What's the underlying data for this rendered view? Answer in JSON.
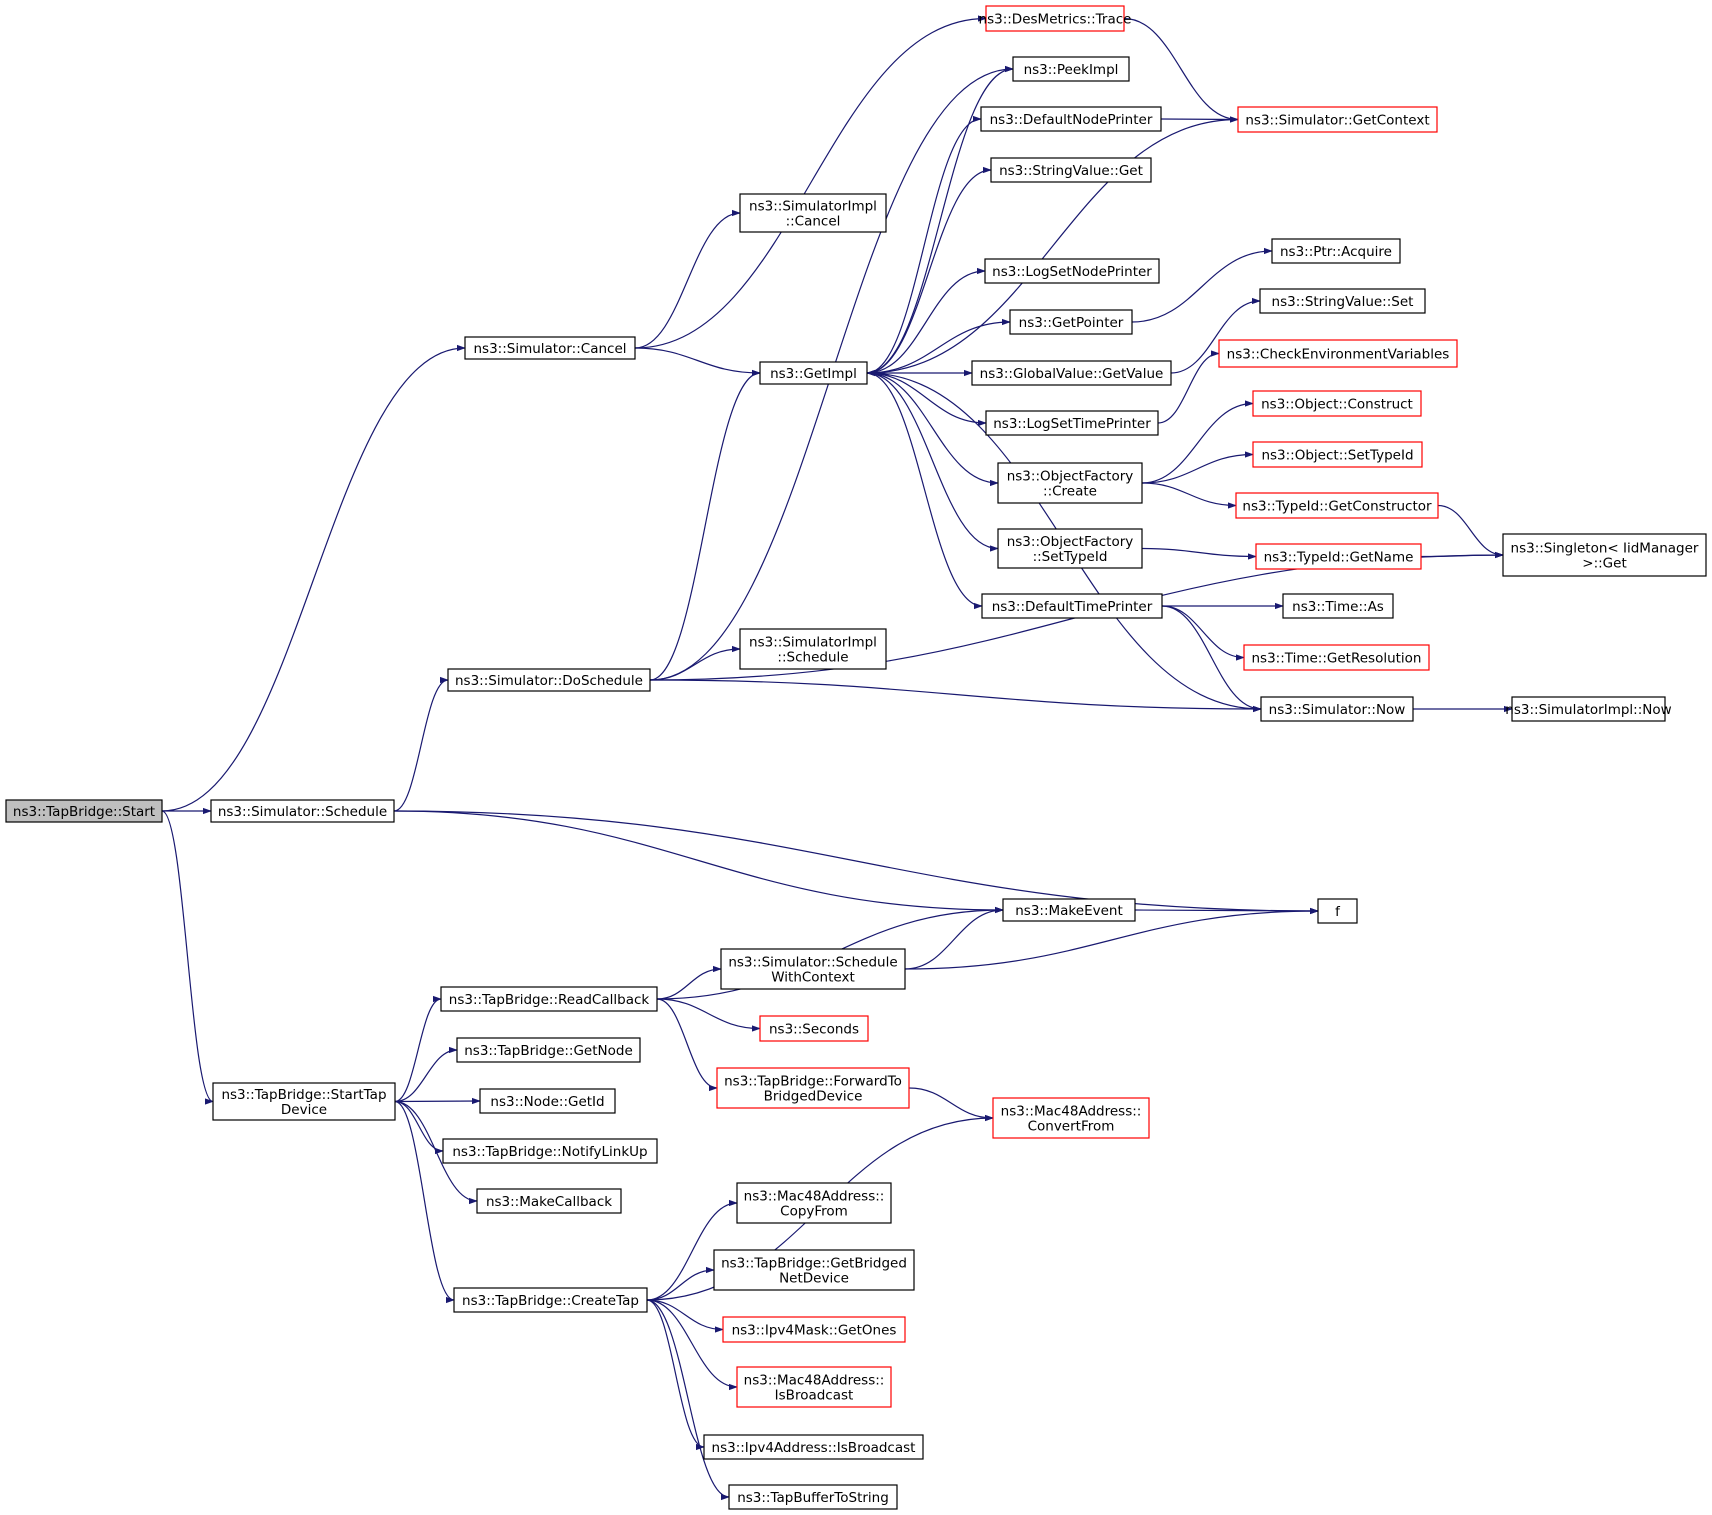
{
  "diagram": {
    "nodes": [
      {
        "id": "start",
        "lines": [
          "ns3::TapBridge::Start"
        ],
        "style": "root"
      },
      {
        "id": "sched",
        "lines": [
          "ns3::Simulator::Schedule"
        ],
        "style": "normal"
      },
      {
        "id": "cancel",
        "lines": [
          "ns3::Simulator::Cancel"
        ],
        "style": "normal"
      },
      {
        "id": "starttap",
        "lines": [
          "ns3::TapBridge::StartTap",
          "Device"
        ],
        "style": "normal"
      },
      {
        "id": "dosched",
        "lines": [
          "ns3::Simulator::DoSchedule"
        ],
        "style": "normal"
      },
      {
        "id": "makeevent",
        "lines": [
          "ns3::MakeEvent"
        ],
        "style": "normal"
      },
      {
        "id": "f",
        "lines": [
          "f"
        ],
        "style": "normal"
      },
      {
        "id": "simimplcancel",
        "lines": [
          "ns3::SimulatorImpl",
          "::Cancel"
        ],
        "style": "normal"
      },
      {
        "id": "getimpl",
        "lines": [
          "ns3::GetImpl"
        ],
        "style": "normal"
      },
      {
        "id": "destrace",
        "lines": [
          "ns3::DesMetrics::Trace"
        ],
        "style": "red"
      },
      {
        "id": "peekimpl",
        "lines": [
          "ns3::PeekImpl"
        ],
        "style": "normal"
      },
      {
        "id": "defnodeprinter",
        "lines": [
          "ns3::DefaultNodePrinter"
        ],
        "style": "normal"
      },
      {
        "id": "getcontext",
        "lines": [
          "ns3::Simulator::GetContext"
        ],
        "style": "red"
      },
      {
        "id": "stringget",
        "lines": [
          "ns3::StringValue::Get"
        ],
        "style": "normal"
      },
      {
        "id": "logsetnode",
        "lines": [
          "ns3::LogSetNodePrinter"
        ],
        "style": "normal"
      },
      {
        "id": "getpointer",
        "lines": [
          "ns3::GetPointer"
        ],
        "style": "normal"
      },
      {
        "id": "ptracquire",
        "lines": [
          "ns3::Ptr::Acquire"
        ],
        "style": "normal"
      },
      {
        "id": "stringset",
        "lines": [
          "ns3::StringValue::Set"
        ],
        "style": "normal"
      },
      {
        "id": "globalget",
        "lines": [
          "ns3::GlobalValue::GetValue"
        ],
        "style": "normal"
      },
      {
        "id": "checkenv",
        "lines": [
          "ns3::CheckEnvironmentVariables"
        ],
        "style": "red"
      },
      {
        "id": "logsettime",
        "lines": [
          "ns3::LogSetTimePrinter"
        ],
        "style": "normal"
      },
      {
        "id": "objconstruct",
        "lines": [
          "ns3::Object::Construct"
        ],
        "style": "red"
      },
      {
        "id": "objsettypeid",
        "lines": [
          "ns3::Object::SetTypeId"
        ],
        "style": "red"
      },
      {
        "id": "ofcreate",
        "lines": [
          "ns3::ObjectFactory",
          "::Create"
        ],
        "style": "normal"
      },
      {
        "id": "getconstructor",
        "lines": [
          "ns3::TypeId::GetConstructor"
        ],
        "style": "red"
      },
      {
        "id": "singleton",
        "lines": [
          "ns3::Singleton< IidManager",
          ">::Get"
        ],
        "style": "normal"
      },
      {
        "id": "ofsettypeid",
        "lines": [
          "ns3::ObjectFactory",
          "::SetTypeId"
        ],
        "style": "normal"
      },
      {
        "id": "getname",
        "lines": [
          "ns3::TypeId::GetName"
        ],
        "style": "red"
      },
      {
        "id": "deftimeprinter",
        "lines": [
          "ns3::DefaultTimePrinter"
        ],
        "style": "normal"
      },
      {
        "id": "timeas",
        "lines": [
          "ns3::Time::As"
        ],
        "style": "normal"
      },
      {
        "id": "getresolution",
        "lines": [
          "ns3::Time::GetResolution"
        ],
        "style": "red"
      },
      {
        "id": "simimplschedule",
        "lines": [
          "ns3::SimulatorImpl",
          "::Schedule"
        ],
        "style": "normal"
      },
      {
        "id": "simnow",
        "lines": [
          "ns3::Simulator::Now"
        ],
        "style": "normal"
      },
      {
        "id": "simimplnow",
        "lines": [
          "ns3::SimulatorImpl::Now"
        ],
        "style": "normal"
      },
      {
        "id": "schedctx",
        "lines": [
          "ns3::Simulator::Schedule",
          "WithContext"
        ],
        "style": "normal"
      },
      {
        "id": "readcb",
        "lines": [
          "ns3::TapBridge::ReadCallback"
        ],
        "style": "normal"
      },
      {
        "id": "seconds",
        "lines": [
          "ns3::Seconds"
        ],
        "style": "red"
      },
      {
        "id": "getnode",
        "lines": [
          "ns3::TapBridge::GetNode"
        ],
        "style": "normal"
      },
      {
        "id": "fwd",
        "lines": [
          "ns3::TapBridge::ForwardTo",
          "BridgedDevice"
        ],
        "style": "red"
      },
      {
        "id": "nodegetid",
        "lines": [
          "ns3::Node::GetId"
        ],
        "style": "normal"
      },
      {
        "id": "convertfrom",
        "lines": [
          "ns3::Mac48Address::",
          "ConvertFrom"
        ],
        "style": "red"
      },
      {
        "id": "notifylinkup",
        "lines": [
          "ns3::TapBridge::NotifyLinkUp"
        ],
        "style": "normal"
      },
      {
        "id": "makecallback",
        "lines": [
          "ns3::MakeCallback"
        ],
        "style": "normal"
      },
      {
        "id": "copyfrom",
        "lines": [
          "ns3::Mac48Address::",
          "CopyFrom"
        ],
        "style": "normal"
      },
      {
        "id": "getbridged",
        "lines": [
          "ns3::TapBridge::GetBridged",
          "NetDevice"
        ],
        "style": "normal"
      },
      {
        "id": "createtap",
        "lines": [
          "ns3::TapBridge::CreateTap"
        ],
        "style": "normal"
      },
      {
        "id": "getones",
        "lines": [
          "ns3::Ipv4Mask::GetOnes"
        ],
        "style": "red"
      },
      {
        "id": "isbroadcast",
        "lines": [
          "ns3::Mac48Address::",
          "IsBroadcast"
        ],
        "style": "red"
      },
      {
        "id": "ipv4isbroadcast",
        "lines": [
          "ns3::Ipv4Address::IsBroadcast"
        ],
        "style": "normal"
      },
      {
        "id": "tapbuffer",
        "lines": [
          "ns3::TapBufferToString"
        ],
        "style": "normal"
      }
    ],
    "edges": [
      [
        "start",
        "cancel"
      ],
      [
        "start",
        "sched"
      ],
      [
        "start",
        "starttap"
      ],
      [
        "cancel",
        "simimplcancel"
      ],
      [
        "cancel",
        "getimpl"
      ],
      [
        "cancel",
        "destrace"
      ],
      [
        "getimpl",
        "peekimpl"
      ],
      [
        "getimpl",
        "defnodeprinter"
      ],
      [
        "getimpl",
        "stringget"
      ],
      [
        "getimpl",
        "logsetnode"
      ],
      [
        "getimpl",
        "getpointer"
      ],
      [
        "getimpl",
        "globalget"
      ],
      [
        "getimpl",
        "logsettime"
      ],
      [
        "getimpl",
        "ofcreate"
      ],
      [
        "getimpl",
        "ofsettypeid"
      ],
      [
        "getimpl",
        "deftimeprinter"
      ],
      [
        "defnodeprinter",
        "getcontext"
      ],
      [
        "destrace",
        "getcontext"
      ],
      [
        "getcontext",
        "getimpl"
      ],
      [
        "getpointer",
        "ptracquire"
      ],
      [
        "globalget",
        "stringset"
      ],
      [
        "logsettime",
        "checkenv"
      ],
      [
        "ofcreate",
        "objconstruct"
      ],
      [
        "ofcreate",
        "objsettypeid"
      ],
      [
        "ofcreate",
        "getconstructor"
      ],
      [
        "getconstructor",
        "singleton"
      ],
      [
        "ofsettypeid",
        "getname"
      ],
      [
        "getname",
        "singleton"
      ],
      [
        "deftimeprinter",
        "timeas"
      ],
      [
        "deftimeprinter",
        "getresolution"
      ],
      [
        "deftimeprinter",
        "simnow"
      ],
      [
        "simnow",
        "getimpl"
      ],
      [
        "simnow",
        "simimplnow"
      ],
      [
        "sched",
        "dosched"
      ],
      [
        "sched",
        "makeevent"
      ],
      [
        "sched",
        "f"
      ],
      [
        "dosched",
        "peekimpl"
      ],
      [
        "dosched",
        "getimpl"
      ],
      [
        "dosched",
        "simimplschedule"
      ],
      [
        "dosched",
        "simnow"
      ],
      [
        "dosched",
        "singleton"
      ],
      [
        "makeevent",
        "f"
      ],
      [
        "schedctx",
        "makeevent"
      ],
      [
        "schedctx",
        "f"
      ],
      [
        "starttap",
        "readcb"
      ],
      [
        "starttap",
        "getnode"
      ],
      [
        "starttap",
        "nodegetid"
      ],
      [
        "starttap",
        "notifylinkup"
      ],
      [
        "starttap",
        "makecallback"
      ],
      [
        "starttap",
        "createtap"
      ],
      [
        "readcb",
        "makeevent"
      ],
      [
        "readcb",
        "schedctx"
      ],
      [
        "readcb",
        "seconds"
      ],
      [
        "readcb",
        "fwd"
      ],
      [
        "fwd",
        "convertfrom"
      ],
      [
        "createtap",
        "convertfrom"
      ],
      [
        "createtap",
        "copyfrom"
      ],
      [
        "createtap",
        "getbridged"
      ],
      [
        "createtap",
        "getones"
      ],
      [
        "createtap",
        "isbroadcast"
      ],
      [
        "createtap",
        "ipv4isbroadcast"
      ],
      [
        "createtap",
        "tapbuffer"
      ]
    ]
  }
}
